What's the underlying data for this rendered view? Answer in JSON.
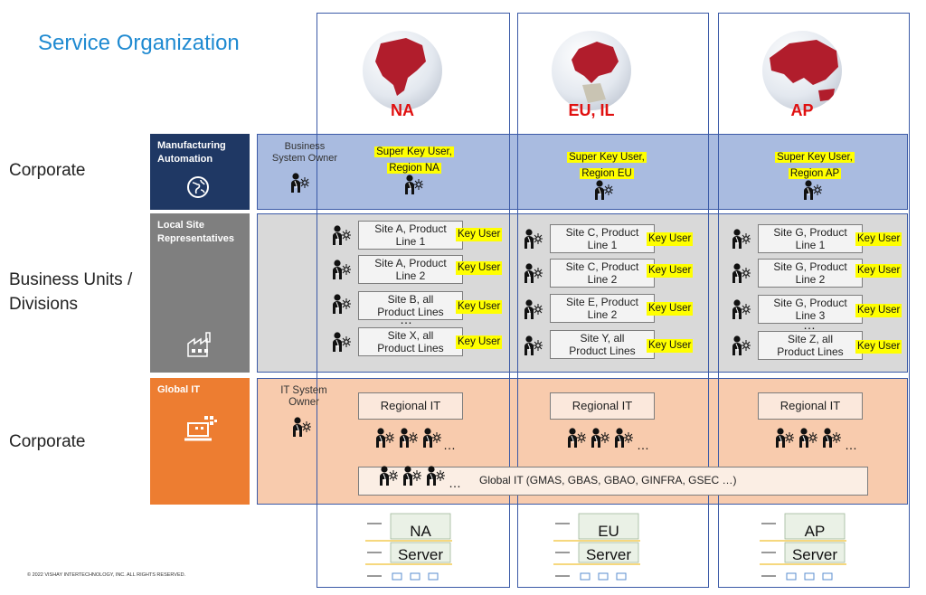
{
  "title": "Service Organization",
  "rows": {
    "corporate_top": "Corporate",
    "business_units": "Business Units / Divisions",
    "corporate_bottom": "Corporate"
  },
  "categories": {
    "manufacturing": "Manufacturing Automation",
    "local_site": "Local Site Representatives",
    "global_it": "Global IT"
  },
  "colors": {
    "title": "#1f8ad1",
    "navy": "#1f3864",
    "gray": "#7f7f7f",
    "orange": "#ed7d31",
    "band_blue": "#a9bbe0",
    "band_gray": "#d9d9d9",
    "band_orange": "#f8cbad",
    "highlight": "#ffff00",
    "region_text": "#e01010"
  },
  "regions": [
    {
      "name": "NA",
      "super_key_user": [
        "Super Key User,",
        "Region NA"
      ],
      "sites": [
        [
          "Site A, Product",
          "Line 1"
        ],
        [
          "Site A, Product",
          "Line 2"
        ],
        [
          "Site B, all",
          "Product Lines"
        ],
        [
          "Site X, all",
          "Product Lines"
        ]
      ],
      "server_region": "NA"
    },
    {
      "name": "EU, IL",
      "super_key_user": [
        "Super Key User,",
        "Region EU"
      ],
      "sites": [
        [
          "Site C, Product",
          "Line 1"
        ],
        [
          "Site C, Product",
          "Line 2"
        ],
        [
          "Site E, Product",
          "Line 2"
        ],
        [
          "Site Y, all",
          "Product Lines"
        ]
      ],
      "server_region": "EU"
    },
    {
      "name": "AP",
      "super_key_user": [
        "Super Key User,",
        "Region AP"
      ],
      "sites": [
        [
          "Site G, Product",
          "Line 1"
        ],
        [
          "Site G, Product",
          "Line 2"
        ],
        [
          "Site G, Product",
          "Line 3"
        ],
        [
          "Site Z, all",
          "Product Lines"
        ]
      ],
      "server_region": "AP"
    }
  ],
  "key_user": "Key User",
  "business_system_owner": [
    "Business",
    "System Owner"
  ],
  "it_system_owner": [
    "IT System",
    "Owner"
  ],
  "regional_it": "Regional IT",
  "ellipsis": "…",
  "site_ellipsis": "…",
  "global_it_text": "Global IT (GMAS, GBAS,  GBAO, GINFRA, GSEC …)",
  "server_label": "Server",
  "copyright": "© 2022 VISHAY INTERTECHNOLOGY, INC. ALL RIGHTS RESERVED.",
  "icons": {
    "globe": "globe-icon",
    "factory": "factory-icon",
    "laptop": "laptop-network-icon",
    "person": "person-network-icon"
  }
}
